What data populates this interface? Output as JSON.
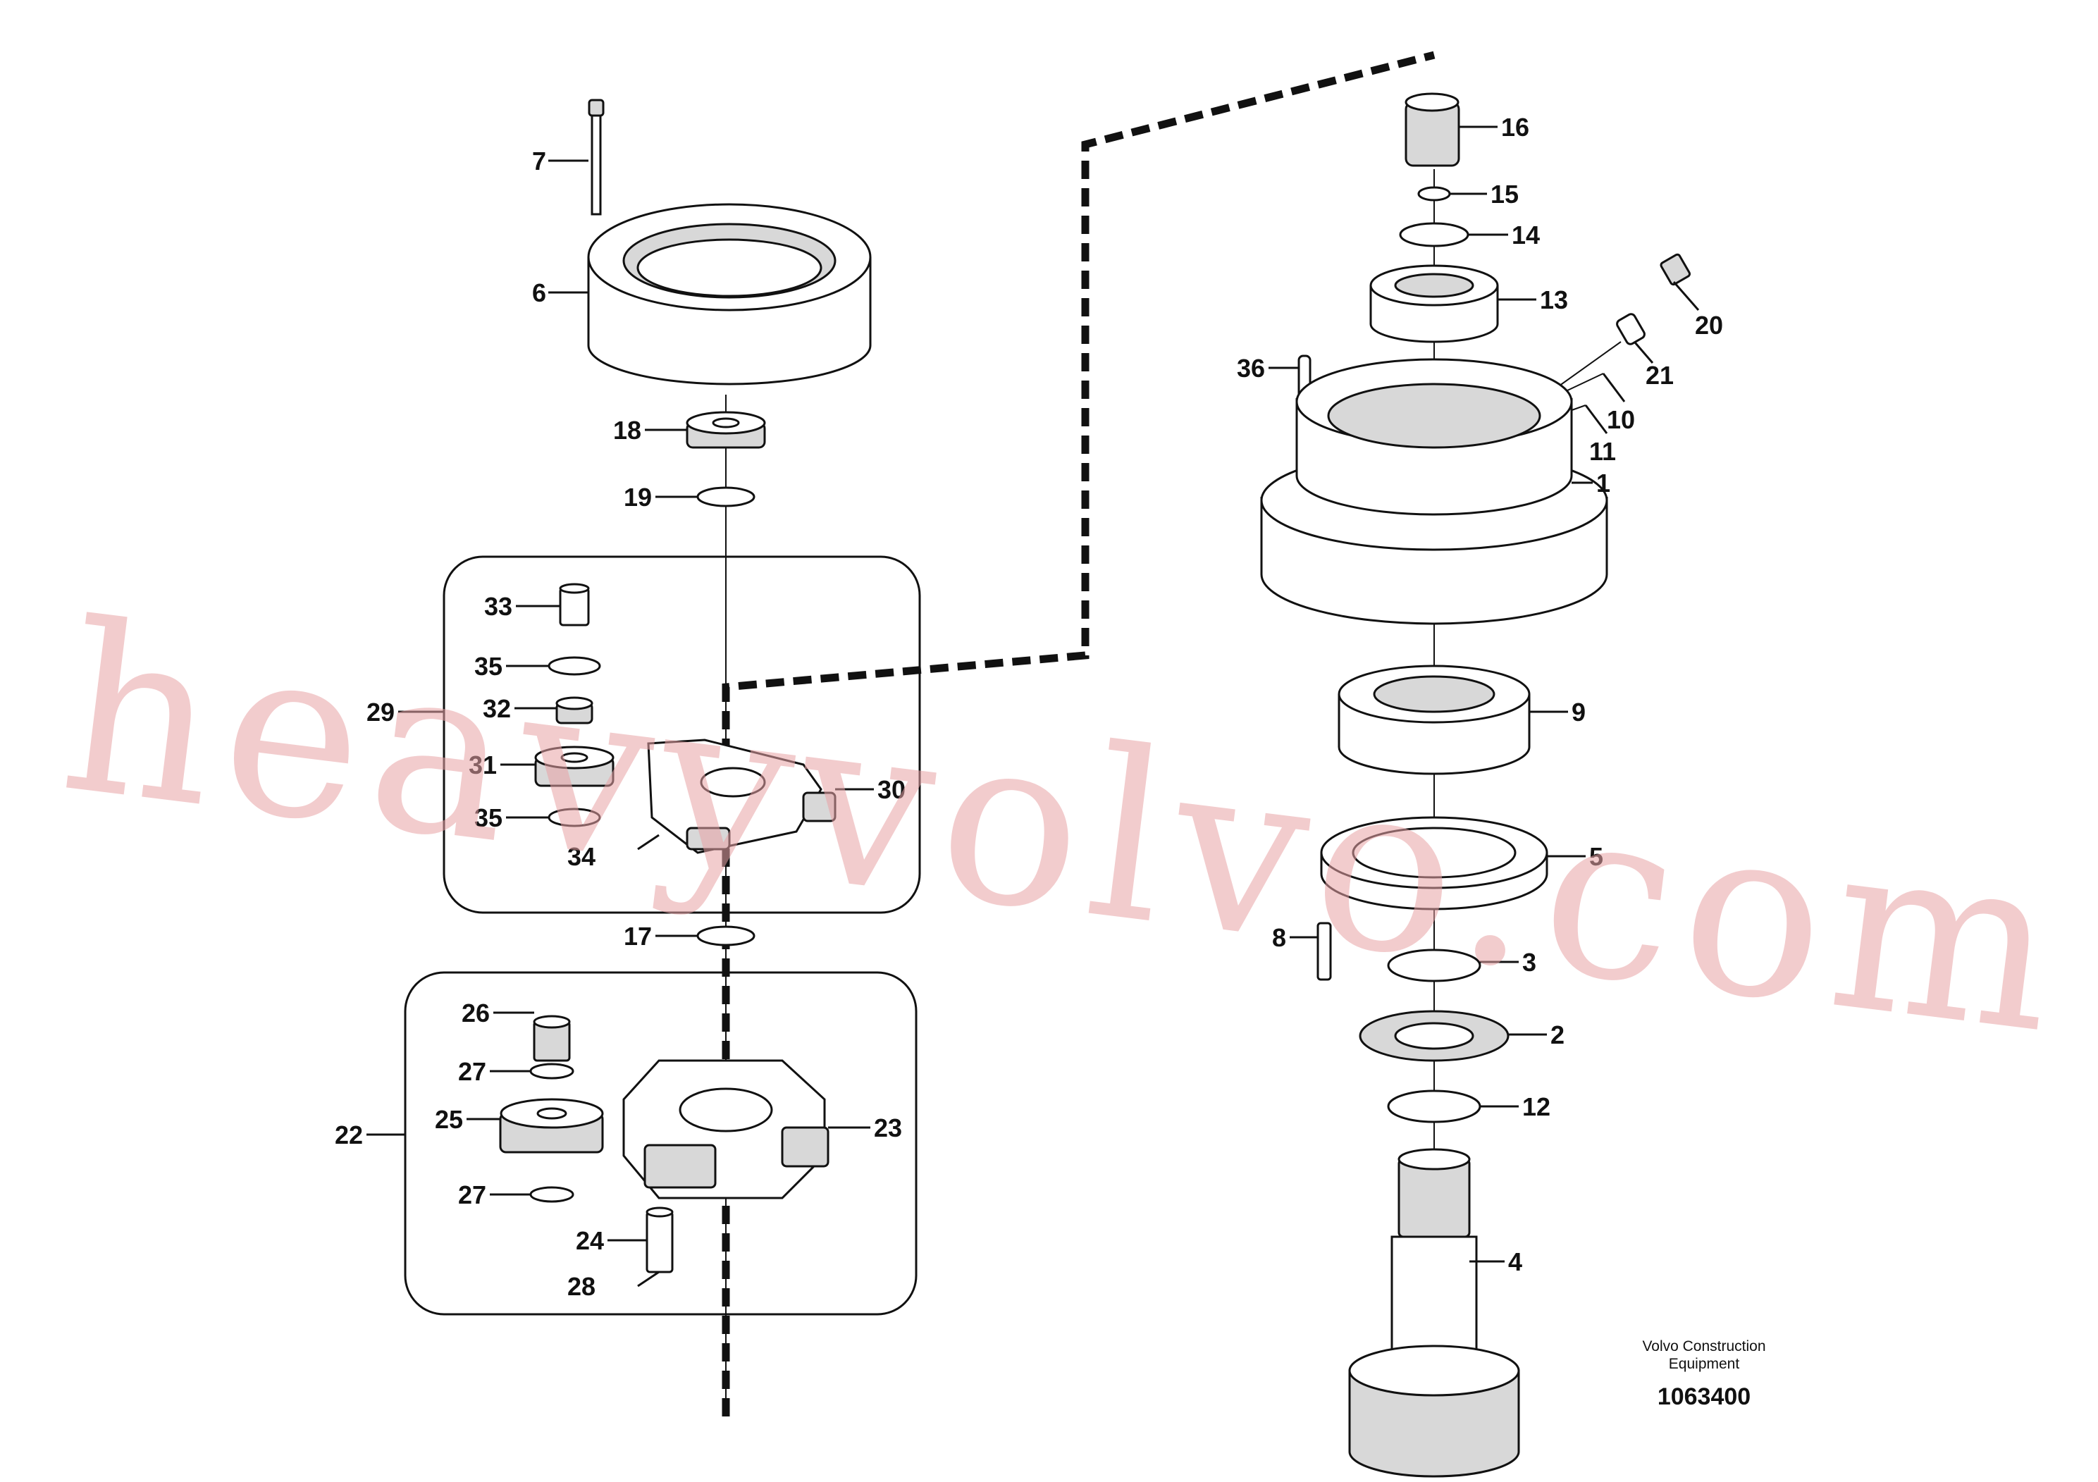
{
  "callouts": {
    "c1": "1",
    "c2": "2",
    "c3": "3",
    "c4": "4",
    "c5": "5",
    "c6": "6",
    "c7": "7",
    "c8": "8",
    "c9": "9",
    "c10": "10",
    "c11": "11",
    "c12": "12",
    "c13": "13",
    "c14": "14",
    "c15": "15",
    "c16": "16",
    "c17": "17",
    "c18": "18",
    "c19": "19",
    "c20": "20",
    "c21": "21",
    "c22": "22",
    "c23": "23",
    "c24": "24",
    "c25": "25",
    "c26": "26",
    "c27a": "27",
    "c27b": "27",
    "c28": "28",
    "c29": "29",
    "c30": "30",
    "c31": "31",
    "c32": "32",
    "c33": "33",
    "c34": "34",
    "c35a": "35",
    "c35b": "35",
    "c36": "36"
  },
  "caption": {
    "line1": "Volvo Construction",
    "line2": "Equipment",
    "number": "1063400"
  },
  "watermark": "heavyvolvo.com"
}
